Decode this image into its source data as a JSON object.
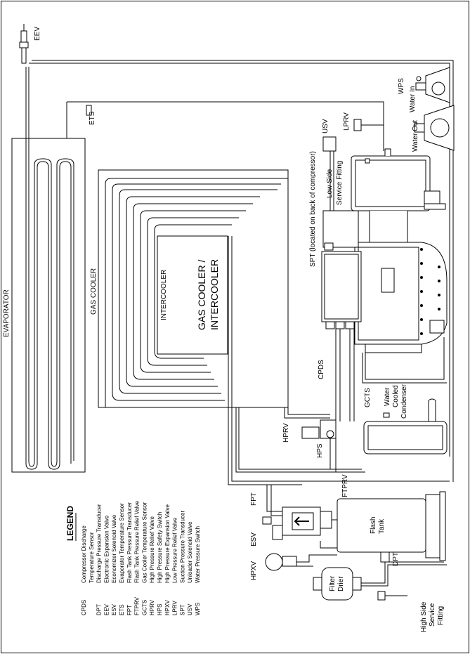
{
  "labels": {
    "evaporator": "EVAPORATOR",
    "eev": "EEV",
    "ets": "ETS",
    "gas_cooler": "GAS COOLER",
    "intercooler": "INTERCOOLER",
    "gc_ic_line1": "GAS COOLER /",
    "gc_ic_line2": "INTERCOOLER",
    "wps": "WPS",
    "water_in": "Water In",
    "water_out": "Water Out",
    "usv": "USV",
    "lprv": "LPRV",
    "low_side_1": "Low Side",
    "low_side_2": "Service Fitting",
    "spt": "SPT (located on back of compressor)",
    "cpds": "CPDS",
    "gcts": "GCTS",
    "wcc_1": "Water",
    "wcc_2": "Cooled",
    "wcc_3": "Condenser",
    "hprv": "HPRV",
    "hps": "HPS",
    "fpt": "FPT",
    "ftprv": "FTPRV",
    "flash_1": "Flash",
    "flash_2": "Tank",
    "esv": "ESV",
    "hpxv": "HPXV",
    "filter_1": "Filter",
    "filter_2": "Drier",
    "dpt": "DPT",
    "hs_1": "High Side",
    "hs_2": "Service",
    "hs_3": "Fitting"
  },
  "legend": {
    "title": "LEGEND",
    "items": [
      {
        "abbr": "CPDS",
        "desc": "Compressor Discharge"
      },
      {
        "abbr": "",
        "desc": "Temperature Sensor"
      },
      {
        "abbr": "DPT",
        "desc": "Discharge Pressure Transducer"
      },
      {
        "abbr": "EEV",
        "desc": "Electronic Expansion Valve"
      },
      {
        "abbr": "ESV",
        "desc": "Economizer Solenoid Valve"
      },
      {
        "abbr": "ETS",
        "desc": "Evaporator Temperature Sensor"
      },
      {
        "abbr": "FPT",
        "desc": "Flash Tank Pressure Transducer"
      },
      {
        "abbr": "FTPRV",
        "desc": "Flash Tank Pressure Relief Valve"
      },
      {
        "abbr": "GCTS",
        "desc": "Gas Cooler Temperature Sensor"
      },
      {
        "abbr": "HPRV",
        "desc": "High Pressure Relief Valve"
      },
      {
        "abbr": "HPS",
        "desc": "High Pressure Safety Switch"
      },
      {
        "abbr": "HPXV",
        "desc": "High Pressure Expansion Valve"
      },
      {
        "abbr": "LPRV",
        "desc": "Low Pressure Relief Valve"
      },
      {
        "abbr": "SPT",
        "desc": "Suction Pressure Transducer"
      },
      {
        "abbr": "USV",
        "desc": "Unloader Solenoid Valve"
      },
      {
        "abbr": "WPS",
        "desc": "Water Pressure Switch"
      }
    ]
  }
}
